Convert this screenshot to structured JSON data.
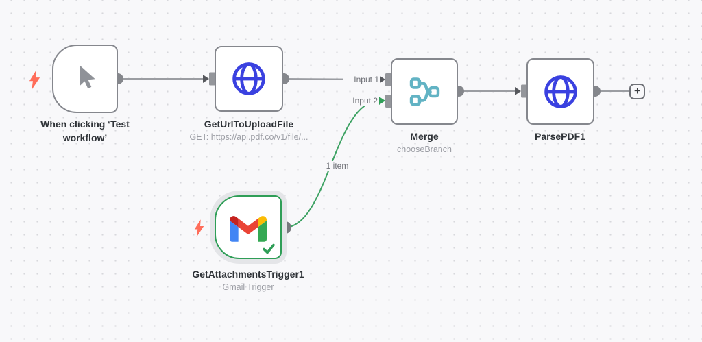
{
  "canvas": {
    "background_color": "#f8f8fa",
    "grid_dot_color": "#d7d8dc"
  },
  "nodes": [
    {
      "id": "when-clicking-test-workflow",
      "type": "manual-trigger",
      "title": "When clicking ‘Test workflow’",
      "subtitle": "",
      "icon": "cursor-icon",
      "icon_color": "#8f9298",
      "is_trigger": true
    },
    {
      "id": "get-url-to-upload-file",
      "type": "http-request",
      "title": "GetUrlToUploadFile",
      "subtitle": "GET: https://api.pdf.co/v1/file/...",
      "icon": "globe-icon",
      "icon_color": "#3a41e0"
    },
    {
      "id": "merge",
      "type": "merge",
      "title": "Merge",
      "subtitle": "chooseBranch",
      "icon": "merge-icon",
      "icon_color": "#62b3c4",
      "inputs": [
        "Input 1",
        "Input 2"
      ]
    },
    {
      "id": "parse-pdf-1",
      "type": "http-request",
      "title": "ParsePDF1",
      "subtitle": "",
      "icon": "globe-icon",
      "icon_color": "#3a41e0"
    },
    {
      "id": "get-attachments-trigger-1",
      "type": "gmail-trigger",
      "title": "GetAttachmentsTrigger1",
      "subtitle": "Gmail Trigger",
      "icon": "gmail-icon",
      "is_trigger": true,
      "status": "success",
      "border_color": "#2f9e57"
    }
  ],
  "connections": {
    "input1_label": "Input 1",
    "input2_label": "Input 2",
    "item_count_label": "1 item",
    "line_color": "#9b9da2",
    "success_line_color": "#3da263"
  },
  "add_node_button": {
    "label": "+"
  },
  "colors": {
    "trigger_bolt": "#ff6d5a",
    "node_border": "#85878d",
    "connector_dot": "#85878c",
    "title_text": "#2f3338",
    "subtitle_text": "#9b9da4",
    "success_green": "#2f9e57",
    "gmail_red": "#ea4335",
    "gmail_dark_red": "#c5221f",
    "gmail_blue": "#4285f4",
    "gmail_green": "#34a853",
    "gmail_yellow": "#fbbc04"
  }
}
